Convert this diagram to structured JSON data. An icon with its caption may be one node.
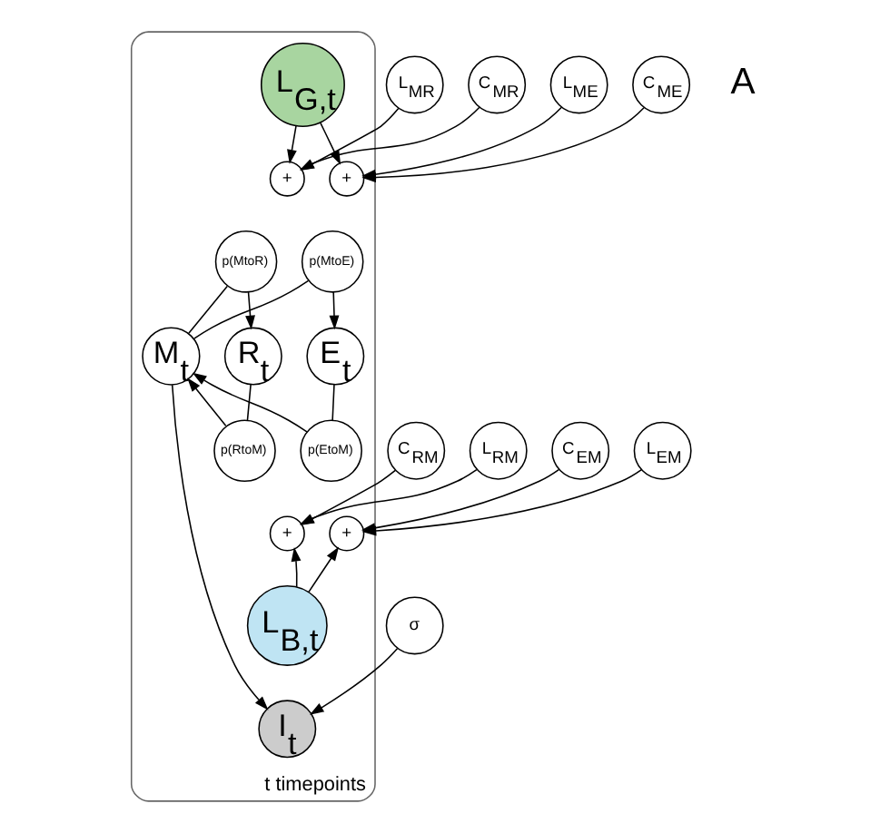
{
  "diagram": {
    "nodes": [
      {
        "text": [
          "t timepoints"
        ]
      },
      {
        "text": [
          "L$_{G,t}$"
        ],
        "in": 0
      },
      {
        "text": [
          "L$_{MR}$"
        ]
      },
      {
        "text": [
          "C$_{MR}$"
        ]
      },
      {
        "text": [
          "L$_{ME}$"
        ]
      },
      {
        "text": [
          "C$_{ME}$"
        ]
      },
      {
        "text": [
          "+"
        ],
        "in": 0
      },
      {
        "text": [
          "+"
        ],
        "in": 0
      },
      {
        "text": [
          "p(MtoR)"
        ],
        "in": 0
      },
      {
        "text": [
          "p(MtoE)"
        ],
        "in": 0
      },
      {
        "text": [
          "R$_{t}$"
        ],
        "in": 0
      },
      {
        "text": [
          "M$_{t}$"
        ],
        "in": 0
      },
      {
        "text": [
          "E$_{t}$"
        ],
        "in": 0
      },
      {
        "text": [
          "p(RtoM)"
        ],
        "in": 0
      },
      {
        "text": [
          "p(EtoM)"
        ],
        "in": 0
      },
      {
        "text": [
          "C$_{RM}$"
        ]
      },
      {
        "text": [
          "L$_{RM}$"
        ]
      },
      {
        "text": [
          "C$_{EM}$"
        ]
      },
      {
        "text": [
          "L$_{EM}$"
        ]
      },
      {
        "text": [
          "+"
        ],
        "in": 0
      },
      {
        "text": [
          "+"
        ],
        "in": 0
      },
      {
        "text": [
          "L$_{B,t}$"
        ],
        "in": 0
      },
      {
        "text": [
          "σ"
        ]
      },
      {
        "text": [
          "I$_{t}$"
        ],
        "in": 0
      }
    ],
    "edges": [
      {
        "from": 1,
        "to": 6,
        "arrow": "to"
      },
      {
        "from": 1,
        "to": 7,
        "arrow": "to"
      },
      {
        "from": 2,
        "to": 6,
        "arrow": "to"
      },
      {
        "from": 3,
        "to": 6,
        "arrow": "to"
      },
      {
        "from": 4,
        "to": 7,
        "arrow": "to"
      },
      {
        "from": 5,
        "to": 7,
        "arrow": "to"
      },
      {
        "from": 11,
        "to": 8,
        "arrow": "none"
      },
      {
        "from": 8,
        "to": 10,
        "arrow": "to"
      },
      {
        "from": 11,
        "to": 9,
        "arrow": "none"
      },
      {
        "from": 9,
        "to": 12,
        "arrow": "to"
      },
      {
        "from": 10,
        "to": 13,
        "arrow": "none"
      },
      {
        "from": 13,
        "to": 11,
        "arrow": "to"
      },
      {
        "from": 12,
        "to": 14,
        "arrow": "none"
      },
      {
        "from": 14,
        "to": 11,
        "arrow": "to"
      },
      {
        "from": 15,
        "to": 19,
        "arrow": "to"
      },
      {
        "from": 16,
        "to": 19,
        "arrow": "to"
      },
      {
        "from": 17,
        "to": 20,
        "arrow": "to"
      },
      {
        "from": 18,
        "to": 20,
        "arrow": "to"
      },
      {
        "from": 21,
        "to": 19,
        "arrow": "to"
      },
      {
        "from": 21,
        "to": 20,
        "arrow": "to"
      },
      {
        "from": 11,
        "to": 23,
        "arrow": "to"
      },
      {
        "from": 22,
        "to": 23,
        "arrow": "to"
      }
    ],
    "labels": [
      "A"
    ]
  }
}
